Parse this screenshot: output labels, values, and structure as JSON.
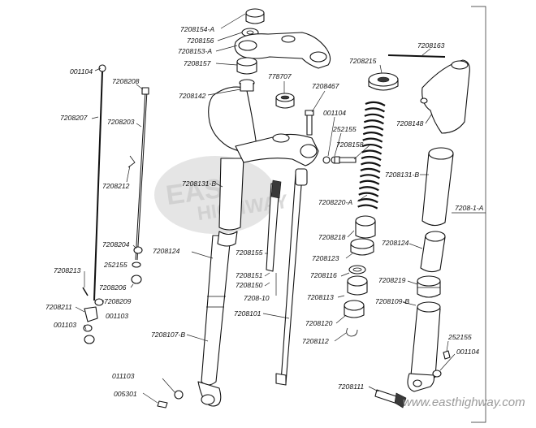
{
  "watermark": {
    "line1": "EAST",
    "line2": "HIGHWAY"
  },
  "site_url": "www.easthighway.com",
  "assembly_label": "7208-1-A",
  "labels": [
    {
      "id": "l-7208154-a",
      "text": "7208154-A"
    },
    {
      "id": "l-7208156",
      "text": "7208156"
    },
    {
      "id": "l-7208153-a",
      "text": "7208153-A"
    },
    {
      "id": "l-7208157",
      "text": "7208157"
    },
    {
      "id": "l-7208142",
      "text": "7208142"
    },
    {
      "id": "l-778707",
      "text": "778707"
    },
    {
      "id": "l-7208467",
      "text": "7208467"
    },
    {
      "id": "l-001104-mid",
      "text": "001104"
    },
    {
      "id": "l-252155-mid",
      "text": "252155"
    },
    {
      "id": "l-7208158",
      "text": "7208158"
    },
    {
      "id": "l-7208215",
      "text": "7208215"
    },
    {
      "id": "l-7208163",
      "text": "7208163"
    },
    {
      "id": "l-7208148",
      "text": "7208148"
    },
    {
      "id": "l-001104-top",
      "text": "001104"
    },
    {
      "id": "l-7208208",
      "text": "7208208"
    },
    {
      "id": "l-7208207",
      "text": "7208207"
    },
    {
      "id": "l-7208203",
      "text": "7208203"
    },
    {
      "id": "l-7208212",
      "text": "7208212"
    },
    {
      "id": "l-7208131-b-left",
      "text": "7208131-B"
    },
    {
      "id": "l-7208220-a",
      "text": "7208220-A"
    },
    {
      "id": "l-7208131-b-right",
      "text": "7208131-B"
    },
    {
      "id": "l-7208218",
      "text": "7208218"
    },
    {
      "id": "l-7208204",
      "text": "7208204"
    },
    {
      "id": "l-252155-left",
      "text": "252155"
    },
    {
      "id": "l-7208124-left",
      "text": "7208124"
    },
    {
      "id": "l-7208155",
      "text": "7208155"
    },
    {
      "id": "l-7208123",
      "text": "7208123"
    },
    {
      "id": "l-7208124-right",
      "text": "7208124"
    },
    {
      "id": "l-7208213",
      "text": "7208213"
    },
    {
      "id": "l-7208151",
      "text": "7208151"
    },
    {
      "id": "l-7208116",
      "text": "7208116"
    },
    {
      "id": "l-7208150",
      "text": "7208150"
    },
    {
      "id": "l-7208206",
      "text": "7208206"
    },
    {
      "id": "l-7208219",
      "text": "7208219"
    },
    {
      "id": "l-7208-10",
      "text": "7208-10"
    },
    {
      "id": "l-7208209",
      "text": "7208209"
    },
    {
      "id": "l-7208113",
      "text": "7208113"
    },
    {
      "id": "l-7208211",
      "text": "7208211"
    },
    {
      "id": "l-001103-left",
      "text": "001103"
    },
    {
      "id": "l-7208101",
      "text": "7208101"
    },
    {
      "id": "l-7208109-b",
      "text": "7208109-B"
    },
    {
      "id": "l-001103-bottom",
      "text": "001103"
    },
    {
      "id": "l-7208120",
      "text": "7208120"
    },
    {
      "id": "l-7208107-b",
      "text": "7208107-B"
    },
    {
      "id": "l-7208112",
      "text": "7208112"
    },
    {
      "id": "l-252155-right",
      "text": "252155"
    },
    {
      "id": "l-001104-right",
      "text": "001104"
    },
    {
      "id": "l-011103",
      "text": "011103"
    },
    {
      "id": "l-7208111",
      "text": "7208111"
    },
    {
      "id": "l-005301",
      "text": "005301"
    }
  ]
}
